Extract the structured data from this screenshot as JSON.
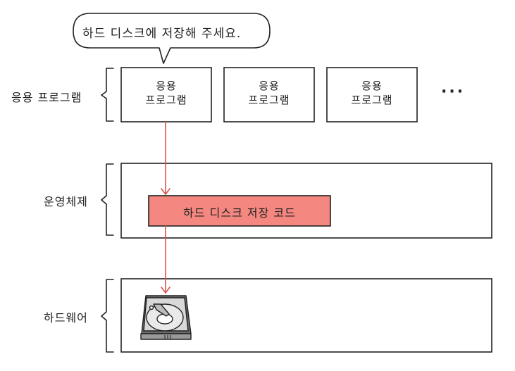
{
  "speech_bubble": {
    "text": "하드 디스크에 저장해 주세요."
  },
  "layers": [
    {
      "label": "응용 프로그램"
    },
    {
      "label": "운영체제"
    },
    {
      "label": "하드웨어"
    }
  ],
  "applications": [
    {
      "line1": "응용",
      "line2": "프로그램"
    },
    {
      "line1": "응용",
      "line2": "프로그램"
    },
    {
      "line1": "응용",
      "line2": "프로그램"
    }
  ],
  "more_indicator": "···",
  "os_code_box": {
    "label": "하드 디스크 저장 코드"
  },
  "hardware_icon": "hard-disk-icon",
  "colors": {
    "arrow": "#d9534f",
    "code_box_fill": "#f4877f",
    "stroke": "#222222"
  }
}
